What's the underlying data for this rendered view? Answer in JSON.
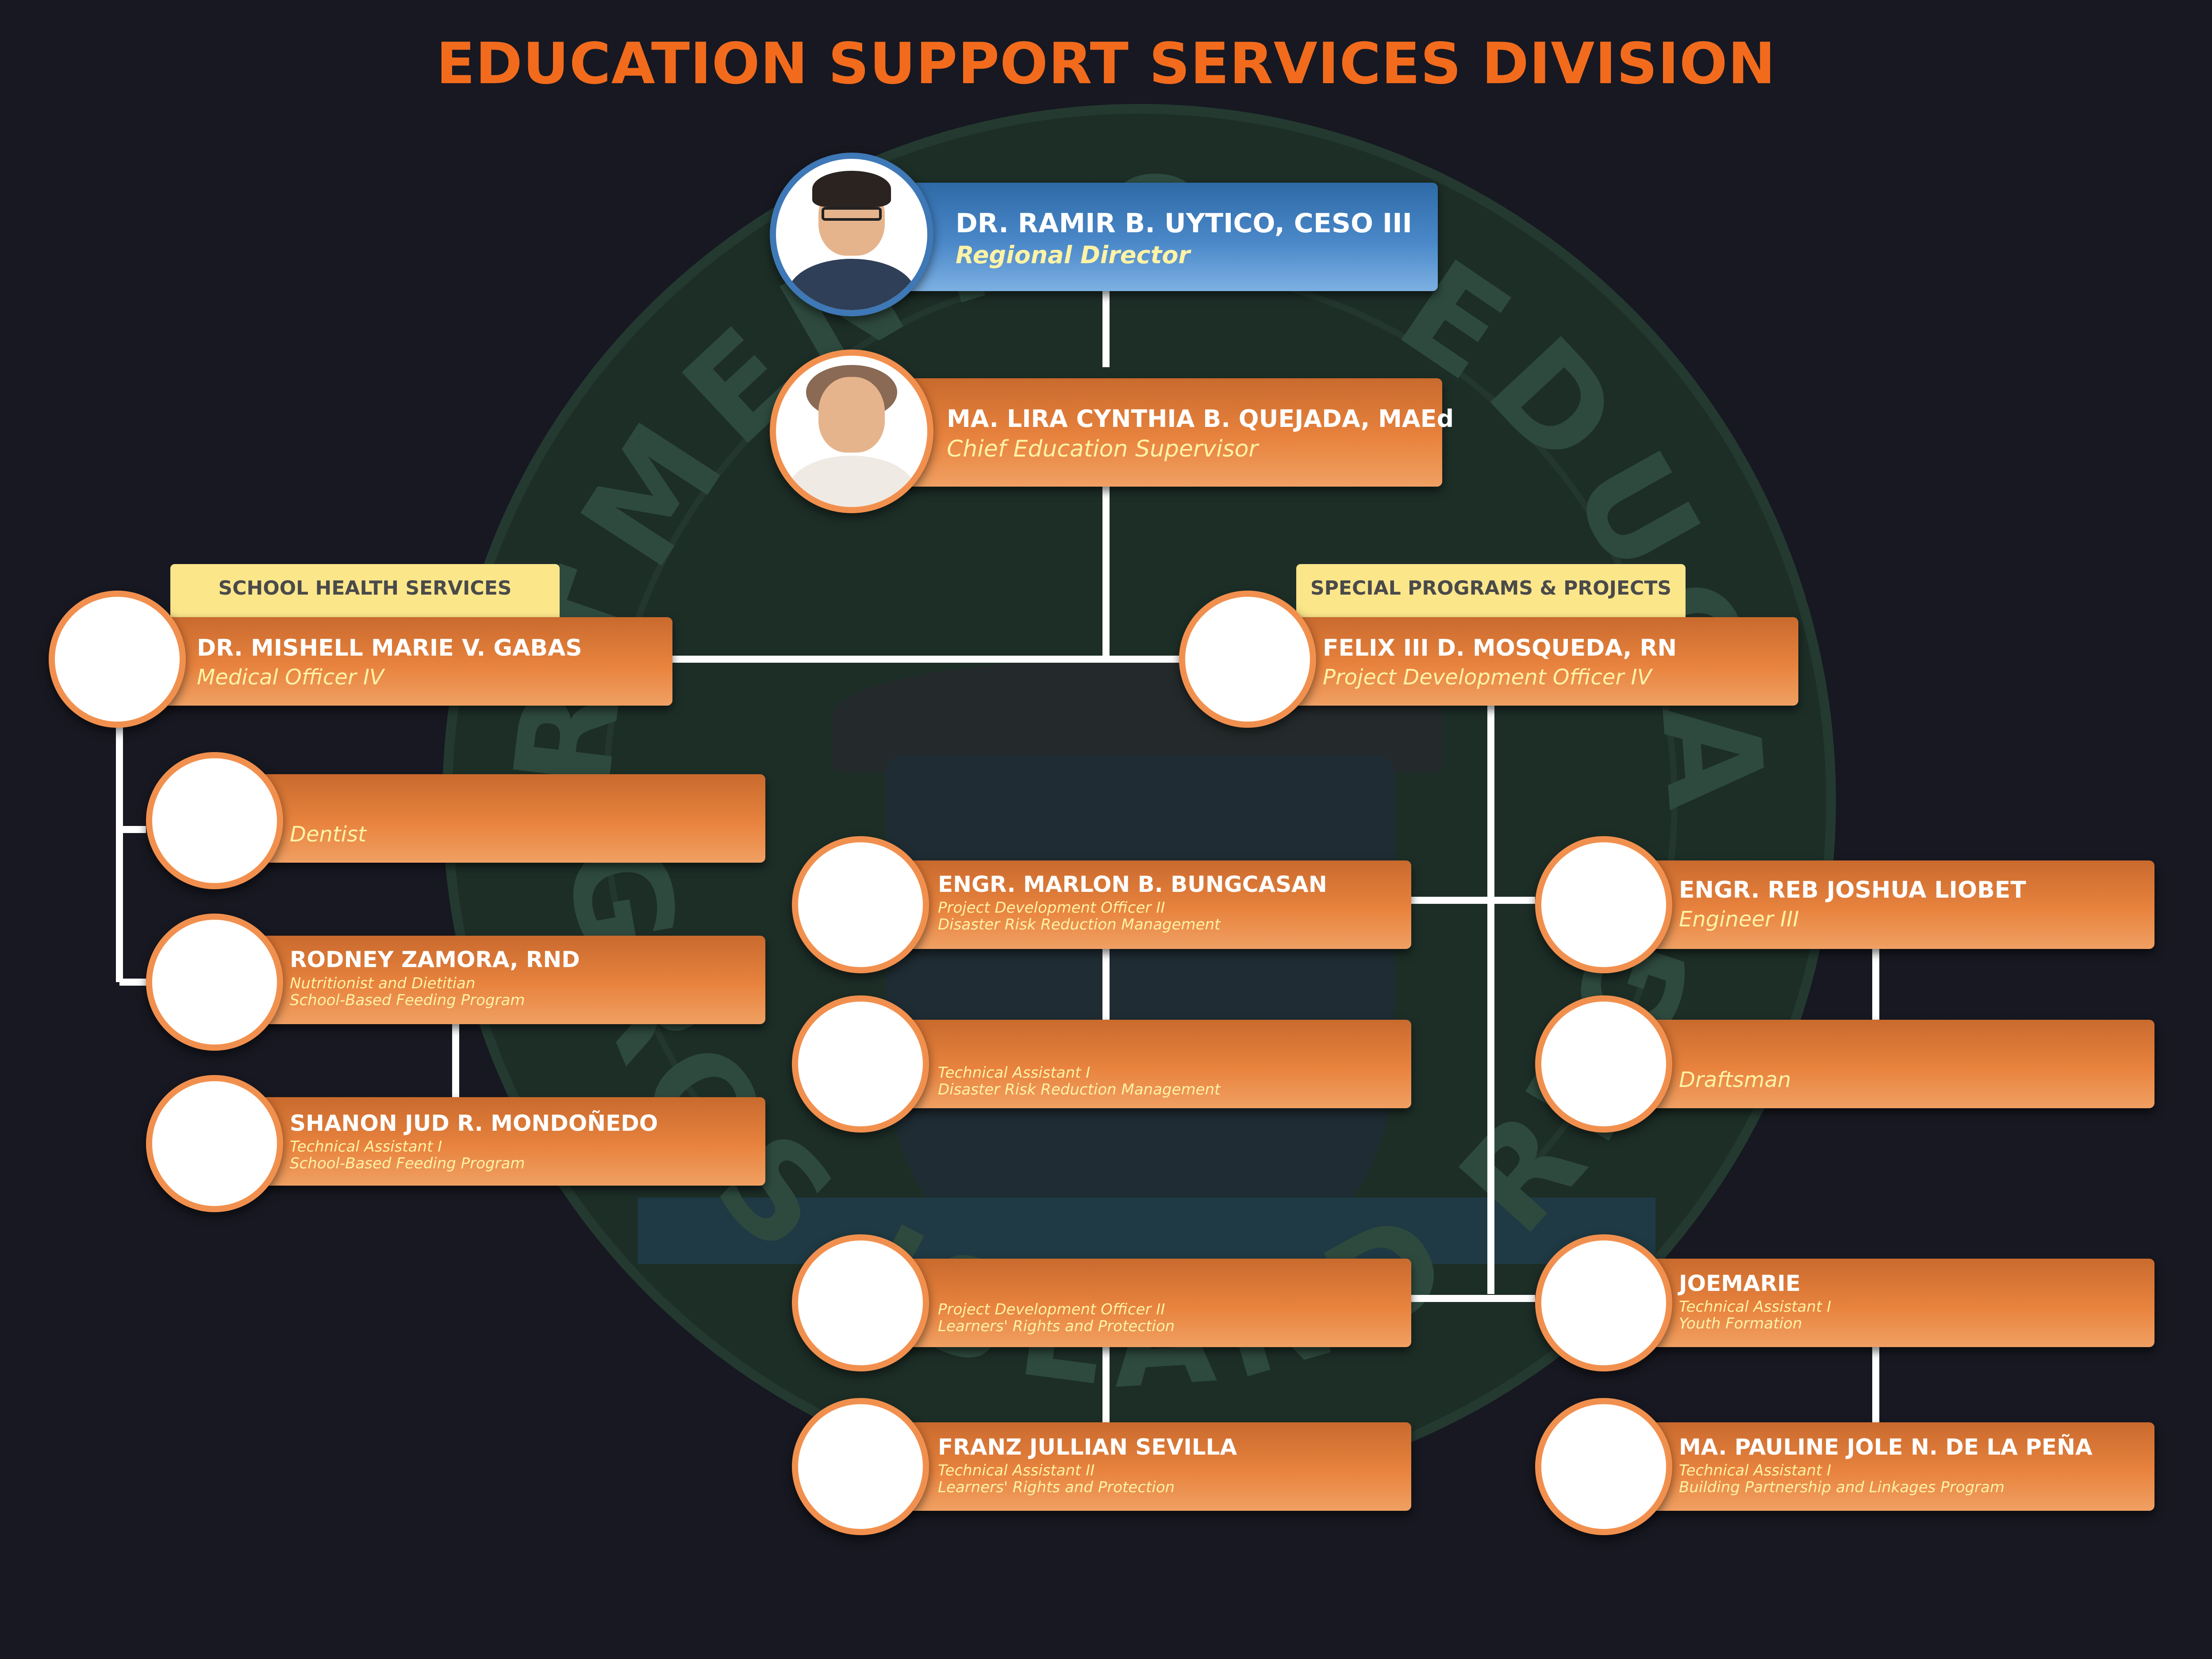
{
  "title": "EDUCATION SUPPORT SERVICES DIVISION",
  "seal": {
    "ring_top": "DEPARTMENT OF EDUCATION",
    "ring_bottom": "NEGROS ISLAND REGION"
  },
  "sections": {
    "health": "SCHOOL HEALTH SERVICES",
    "special": "SPECIAL PROGRAMS & PROJECTS"
  },
  "colors": {
    "title": "#f26b1d",
    "background": "#171821",
    "bar_orange": "#e8833e",
    "bar_blue": "#4a88c9",
    "position_text": "#fff3a6",
    "tab": "#fbe68a"
  },
  "people": {
    "director": {
      "name": "DR. RAMIR B. UYTICO, CESO III",
      "position": "Regional Director"
    },
    "chief": {
      "name": "MA. LIRA CYNTHIA B. QUEJADA, MAEd",
      "position": "Chief Education Supervisor"
    },
    "medical": {
      "name": "DR. MISHELL MARIE V. GABAS",
      "position": "Medical Officer IV"
    },
    "dentist": {
      "name": "",
      "position": "Dentist"
    },
    "nutrition": {
      "name": "RODNEY ZAMORA, RND",
      "position": "Nutritionist and Dietitian",
      "program": "School-Based Feeding Program"
    },
    "sbfp_ta": {
      "name": "SHANON JUD R. MONDOÑEDO",
      "position": "Technical Assistant I",
      "program": "School-Based Feeding Program"
    },
    "pdo4": {
      "name": "FELIX III D. MOSQUEDA, RN",
      "position": "Project Development Officer IV"
    },
    "drrm_pdo": {
      "name": "ENGR. MARLON B. BUNGCASAN",
      "position": "Project Development Officer II",
      "program": "Disaster Risk Reduction Management"
    },
    "drrm_ta": {
      "name": "",
      "position": "Technical Assistant I",
      "program": "Disaster Risk Reduction Management"
    },
    "engineer": {
      "name": "ENGR. REB JOSHUA LIOBET",
      "position": "Engineer III"
    },
    "draftsman": {
      "name": "",
      "position": "Draftsman"
    },
    "lrp_pdo": {
      "name": "",
      "position": "Project Development Officer II",
      "program": "Learners' Rights and Protection"
    },
    "lrp_ta": {
      "name": "FRANZ JULLIAN SEVILLA",
      "position": "Technical Assistant II",
      "program": "Learners' Rights and Protection"
    },
    "youth_ta": {
      "name": "JOEMARIE",
      "position": "Technical Assistant I",
      "program": "Youth Formation"
    },
    "bpl_ta": {
      "name": "MA. PAULINE JOLE N. DE LA PEÑA",
      "position": "Technical Assistant I",
      "program": "Building Partnership and Linkages Program"
    }
  }
}
